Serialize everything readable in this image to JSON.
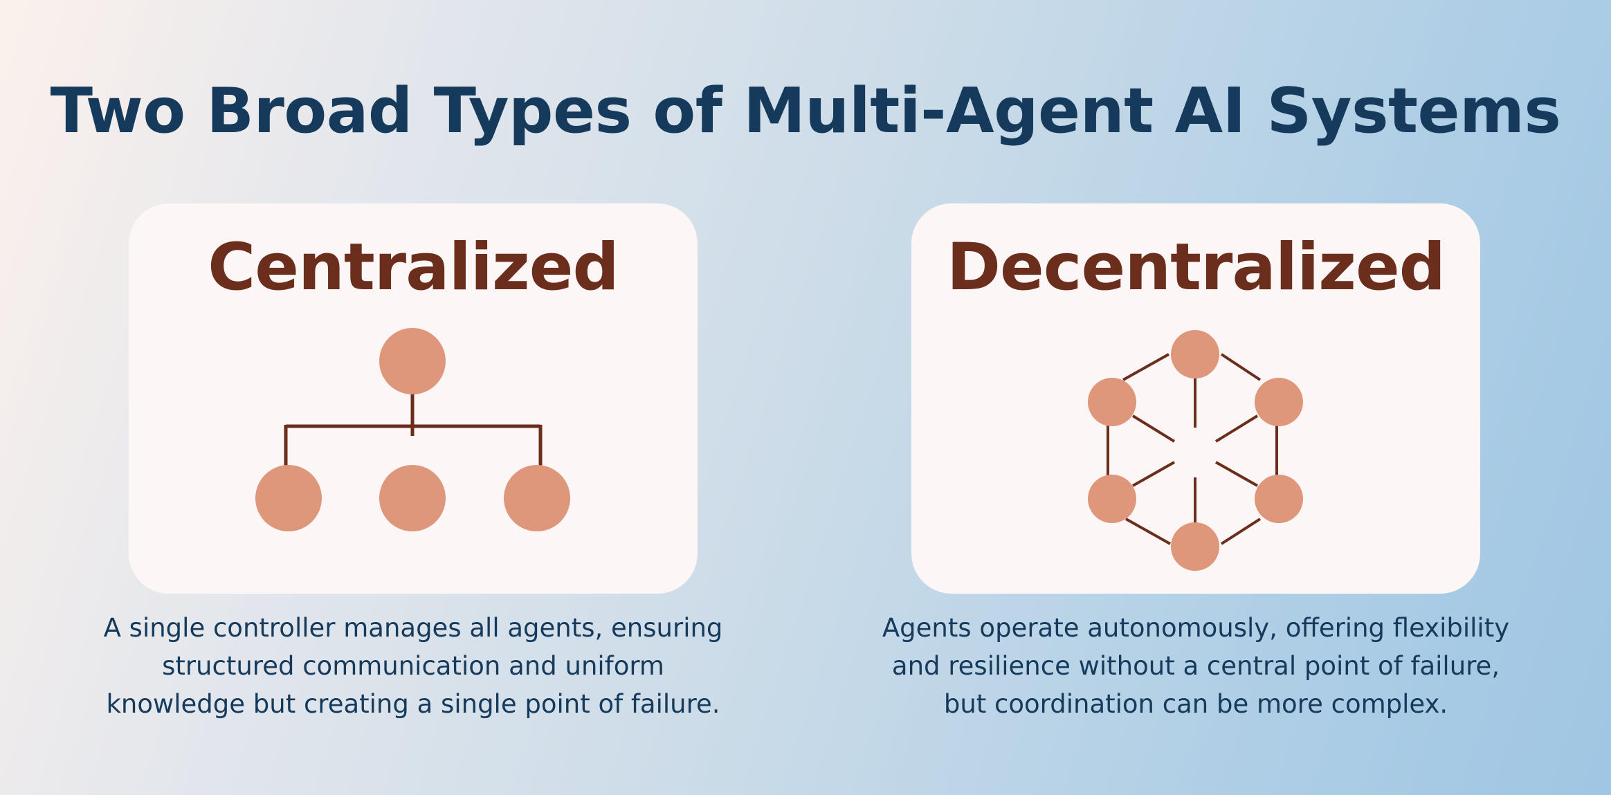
{
  "title": "Two Broad Types of Multi-Agent AI Systems",
  "colors": {
    "title": "#163a5c",
    "card_background": "#fcf7f6",
    "card_title": "#6b2e1c",
    "node_fill": "#df977c",
    "connector": "#6b2e1c",
    "description": "#163a5c"
  },
  "cards": [
    {
      "heading": "Centralized",
      "diagram": "hierarchy",
      "node_count": 4,
      "description_lines": [
        "A single controller manages all agents, ensuring",
        "structured communication and uniform",
        "knowledge but creating a single point of failure."
      ]
    },
    {
      "heading": "Decentralized",
      "diagram": "mesh",
      "node_count": 6,
      "description_lines": [
        "Agents operate autonomously, offering flexibility",
        "and resilience without a central point of failure,",
        "but coordination can be more complex."
      ]
    }
  ]
}
